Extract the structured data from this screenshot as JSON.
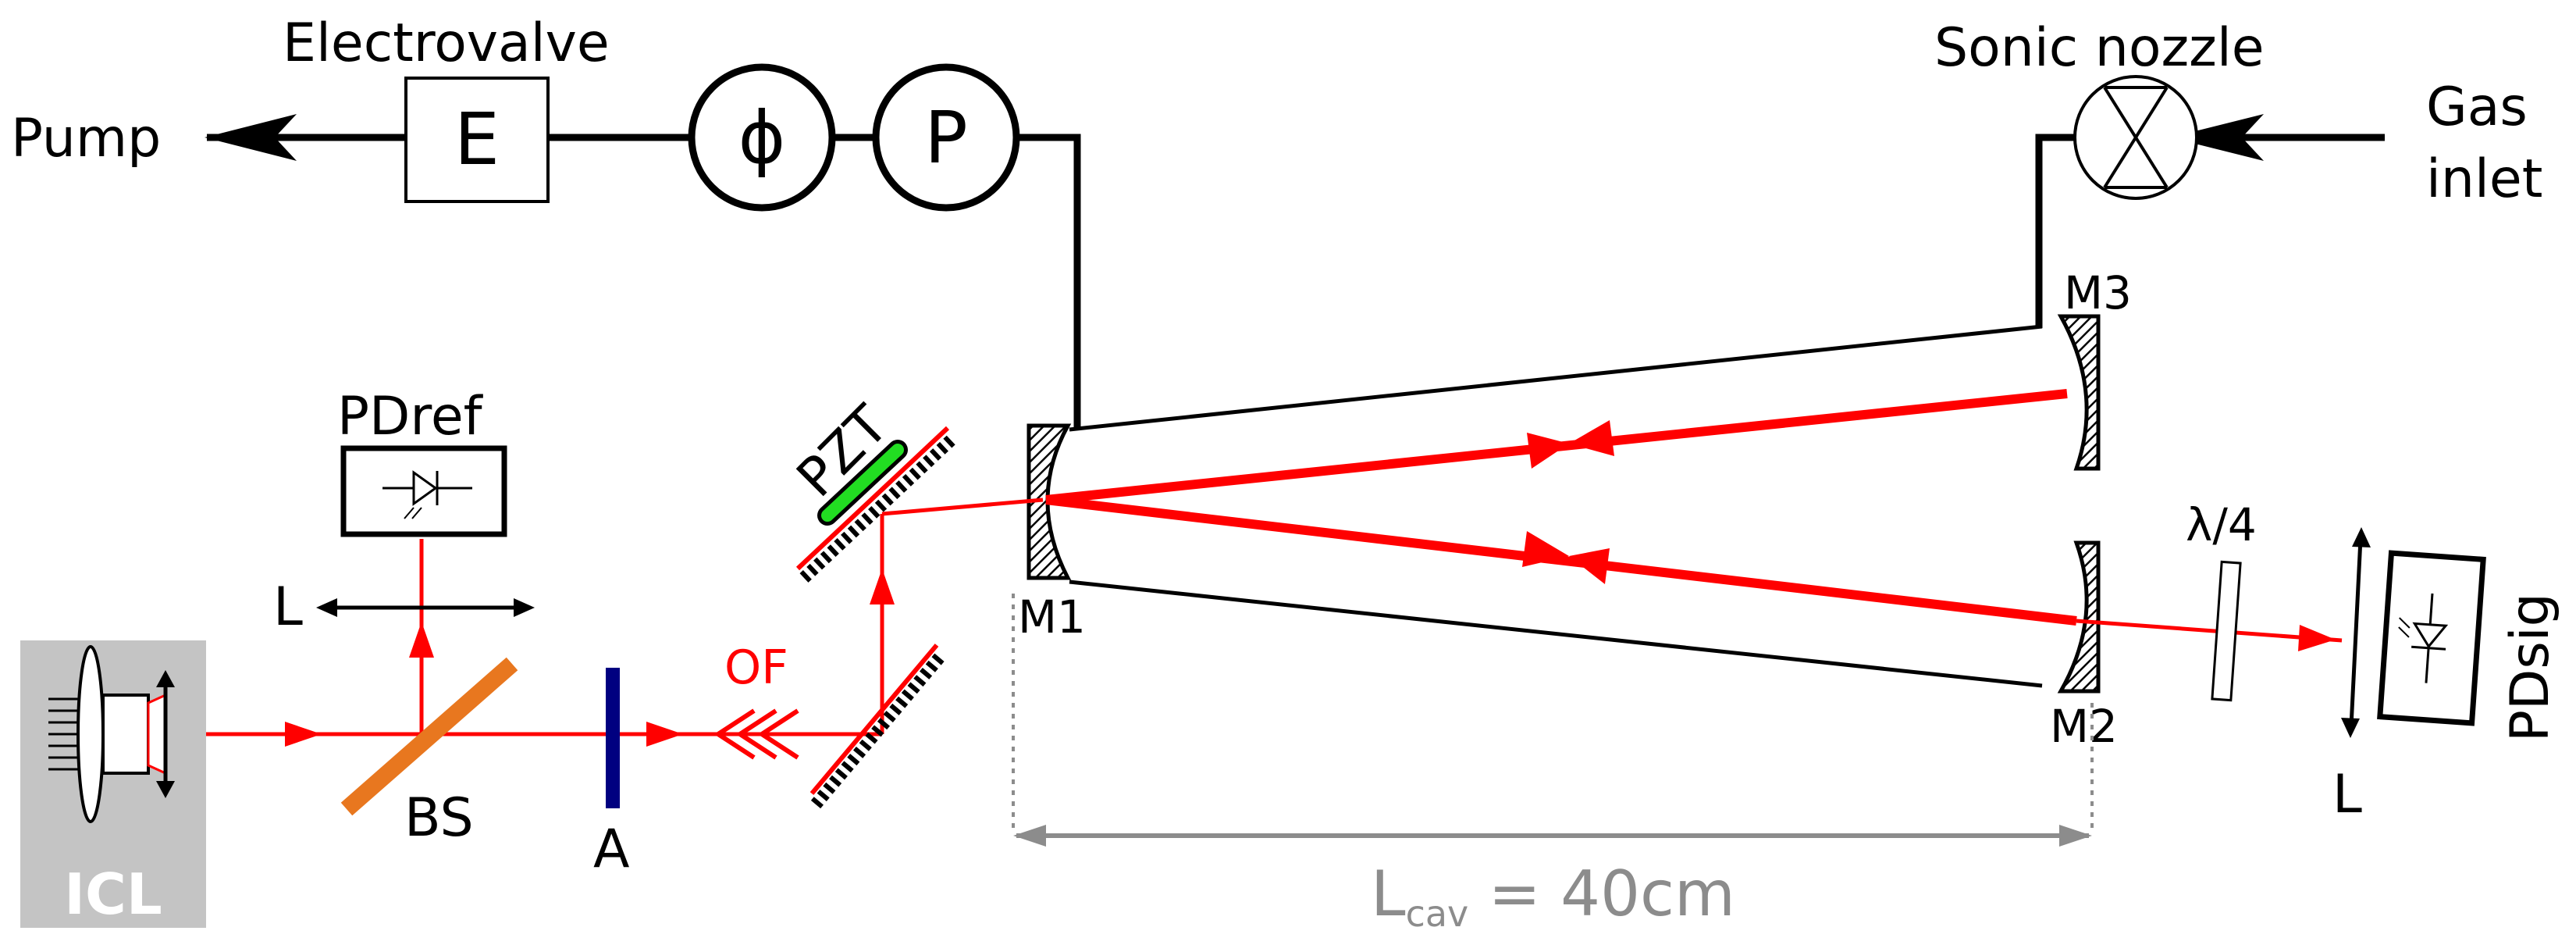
{
  "colors": {
    "beam": "#ff0000",
    "splitter": "#e8771f",
    "aperture": "#000080",
    "pzt": "#22dd22",
    "laser_box": "#c4c4c4",
    "dimension": "#8c8c8c"
  },
  "labels": {
    "pump": "Pump",
    "electrovalve": "Electrovalve",
    "electrovalve_symbol": "E",
    "flowmeter_symbol": "ϕ",
    "pressure_symbol": "P",
    "sonic_nozzle": "Sonic nozzle",
    "gas_inlet_line1": "Gas",
    "gas_inlet_line2": "inlet",
    "pdref": "PDref",
    "pdsig": "PDsig",
    "lens_left": "L",
    "lens_right": "L",
    "icl": "ICL",
    "beam_splitter": "BS",
    "aperture": "A",
    "optical_filter": "OF",
    "pzt": "PZT",
    "m1": "M1",
    "m2": "M2",
    "m3": "M3",
    "quarter_wave": "λ/4",
    "cavity_length_main": "L",
    "cavity_length_sub": "cav",
    "cavity_length_value": " = 40cm"
  },
  "icons": {
    "photodiode": "photodiode-icon",
    "laser": "laser-icon",
    "lens": "lens-icon",
    "mirror": "mirror-icon",
    "valve": "electrovalve-icon",
    "nozzle": "sonic-nozzle-icon"
  }
}
